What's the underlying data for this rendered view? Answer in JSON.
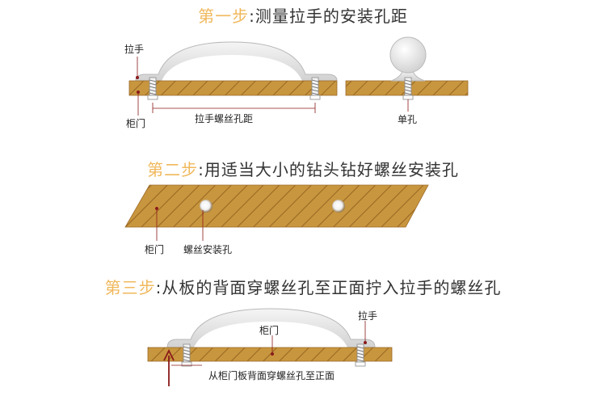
{
  "steps": [
    {
      "number": "第一步",
      "separator": ":",
      "text": "测量拉手的安装孔距"
    },
    {
      "number": "第二步",
      "separator": ":",
      "text": "用适当大小的钻头钻好螺丝安装孔"
    },
    {
      "number": "第三步",
      "separator": ":",
      "text": "从板的背面穿螺丝孔至正面拧入拉手的螺丝孔"
    }
  ],
  "step1": {
    "handle_label": "拉手",
    "door_label": "柜门",
    "hole_distance_label": "拉手螺丝孔距",
    "single_hole_label": "单孔"
  },
  "step2": {
    "door_label": "柜门",
    "screw_hole_label": "螺丝安装孔"
  },
  "step3": {
    "door_label": "柜门",
    "handle_label": "拉手",
    "instruction_label": "从柜门板背面穿螺丝孔至正面"
  },
  "colors": {
    "step_number": "#f0b85c",
    "wood": "#c8963e",
    "wood_stripe": "#8a5a1c",
    "handle": "#e4e4e4",
    "marker": "#8b1a1a"
  }
}
